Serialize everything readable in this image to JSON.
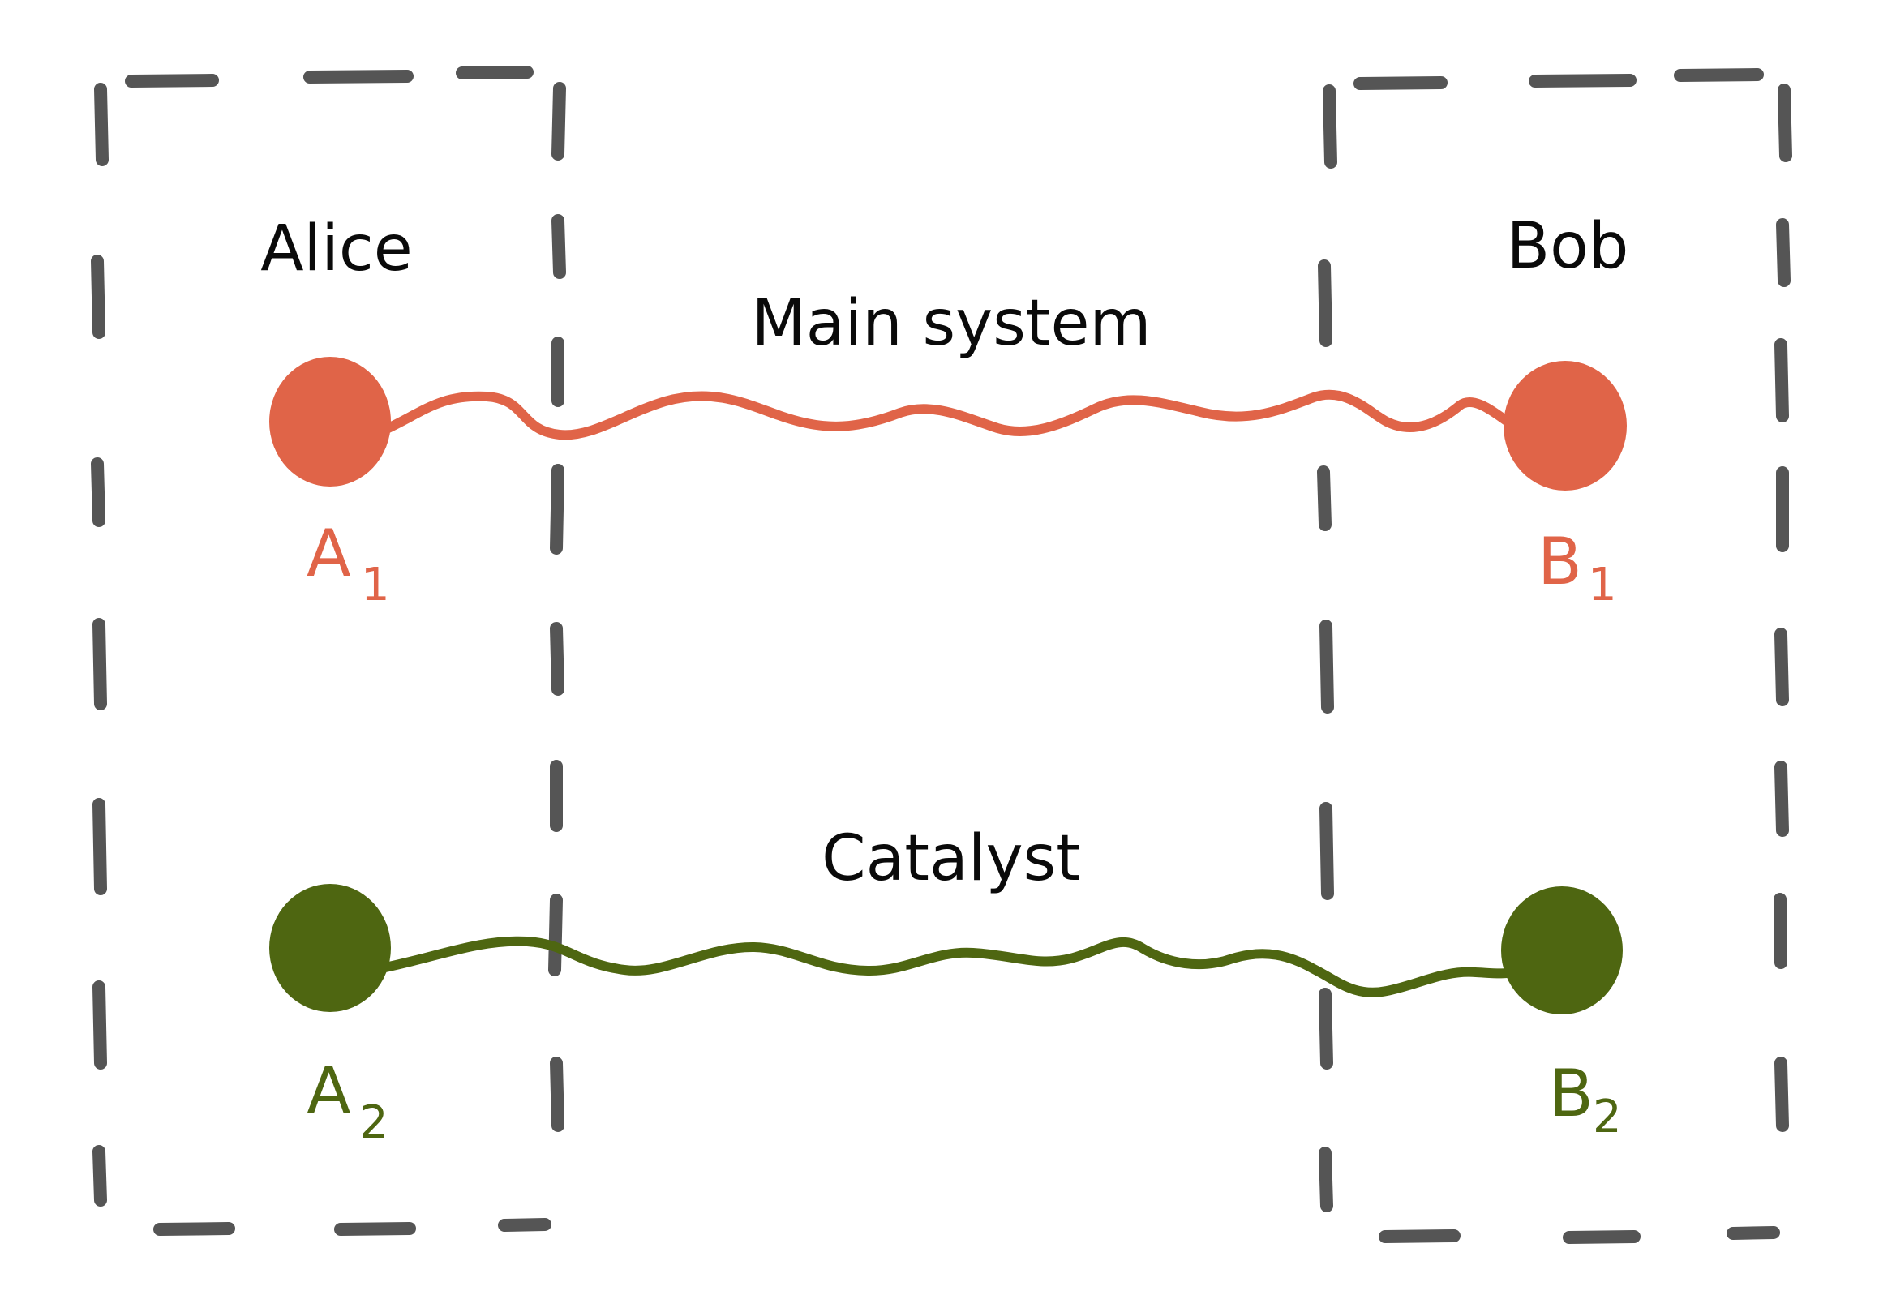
{
  "parties": {
    "alice": {
      "name": "Alice"
    },
    "bob": {
      "name": "Bob"
    }
  },
  "links": {
    "main": {
      "label": "Main system",
      "color": "#e06448"
    },
    "catalyst": {
      "label": "Catalyst",
      "color": "#4e6611"
    }
  },
  "nodes": {
    "a1": {
      "letter": "A",
      "index": "1",
      "color": "#e06448"
    },
    "b1": {
      "letter": "B",
      "index": "1",
      "color": "#e06448"
    },
    "a2": {
      "letter": "A",
      "index": "2",
      "color": "#4e6611"
    },
    "b2": {
      "letter": "B",
      "index": "2",
      "color": "#4e6611"
    }
  },
  "style": {
    "box_stroke": "#555555",
    "text_color": "#0a0a0a"
  }
}
